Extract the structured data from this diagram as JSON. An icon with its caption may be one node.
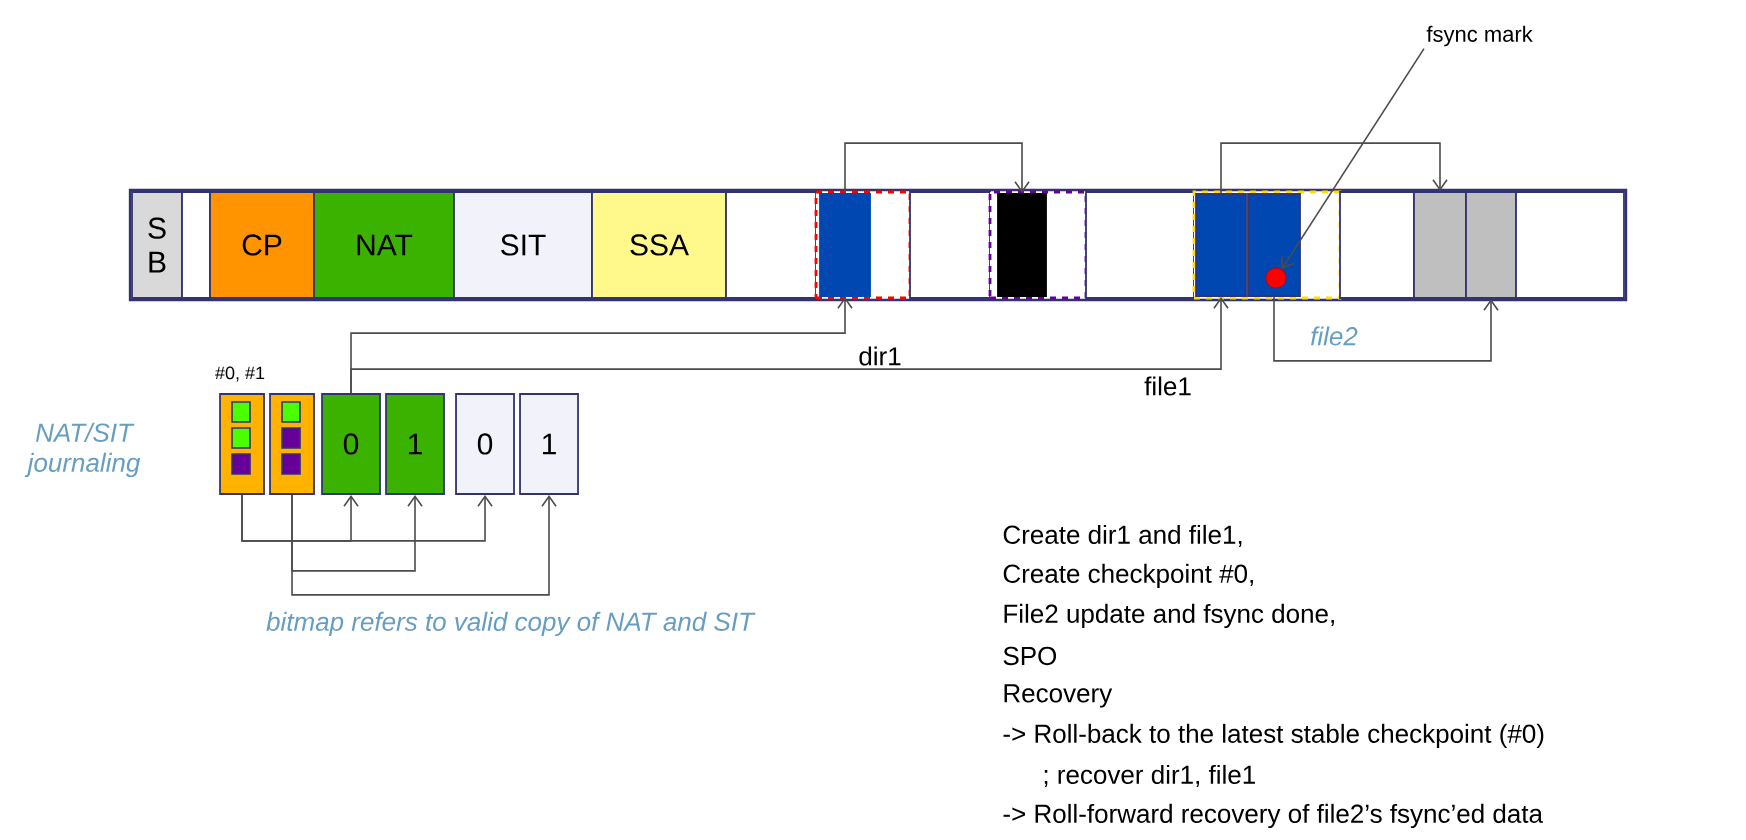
{
  "diagram": {
    "nodes": [
      {
        "text": [],
        "shape": "bar"
      },
      {
        "text": [
          "S B"
        ],
        "in": 0
      },
      {
        "text": [],
        "shape": "box",
        "in": 0
      },
      {
        "text": [
          "CP"
        ],
        "in": 0
      },
      {
        "text": [
          "NAT"
        ],
        "in": 0
      },
      {
        "text": [
          "SIT"
        ],
        "in": 0
      },
      {
        "text": [
          "SSA"
        ],
        "in": 0
      },
      {
        "text": [],
        "shape": "box",
        "in": 0
      },
      {
        "text": [],
        "shape": "box",
        "in": 0
      },
      {
        "text": [],
        "shape": "box",
        "in": 8
      },
      {
        "text": [],
        "shape": "box",
        "in": 0
      },
      {
        "text": [],
        "shape": "box",
        "in": 0
      },
      {
        "text": [],
        "shape": "box",
        "in": 11
      },
      {
        "text": [],
        "shape": "box",
        "in": 0
      },
      {
        "text": [],
        "shape": "box",
        "in": 0
      },
      {
        "text": [],
        "shape": "box",
        "in": 14
      },
      {
        "text": [],
        "shape": "box",
        "in": 14
      },
      {
        "text": [],
        "shape": "circle",
        "in": 16
      },
      {
        "text": [],
        "shape": "box",
        "in": 0
      },
      {
        "text": [],
        "shape": "box",
        "in": 0
      },
      {
        "text": [],
        "shape": "box",
        "in": 0
      },
      {
        "text": [],
        "shape": "box",
        "in": 0
      },
      {
        "text": [
          "fsync mark"
        ]
      },
      {
        "text": [],
        "shape": "box"
      },
      {
        "text": [],
        "shape": "box"
      },
      {
        "text": [
          "0"
        ]
      },
      {
        "text": [
          "1"
        ]
      },
      {
        "text": [
          "0"
        ]
      },
      {
        "text": [
          "1"
        ]
      }
    ],
    "edges": [
      {
        "from": 9,
        "to": 12,
        "arrow": "to"
      },
      {
        "from": 15,
        "to": 19,
        "arrow": "to"
      },
      {
        "from": 25,
        "to": 9,
        "arrow": "to",
        "label": "dir1"
      },
      {
        "from": 25,
        "to": 15,
        "arrow": "to",
        "label": "file1"
      },
      {
        "from": 16,
        "to": 20,
        "arrow": "to",
        "label": "file2"
      },
      {
        "from": 22,
        "to": 17,
        "arrow": "to"
      },
      {
        "from": 23,
        "to": 25,
        "arrow": "to"
      },
      {
        "from": 23,
        "to": 27,
        "arrow": "to"
      },
      {
        "from": 24,
        "to": 26,
        "arrow": "to"
      },
      {
        "from": 24,
        "to": 28,
        "arrow": "to"
      }
    ],
    "labels": [
      "#0, #1",
      "NAT/SIT journaling",
      "bitmap refers to valid copy of NAT and SIT",
      "Create dir1 and file1,",
      "Create checkpoint #0,",
      "File2 update and fsync done,",
      "SPO",
      "Recovery",
      "-> Roll-back to the latest stable checkpoint (#0)",
      "; recover dir1, file1",
      "-> Roll-forward recovery of file2’s fsync’ed data"
    ]
  }
}
